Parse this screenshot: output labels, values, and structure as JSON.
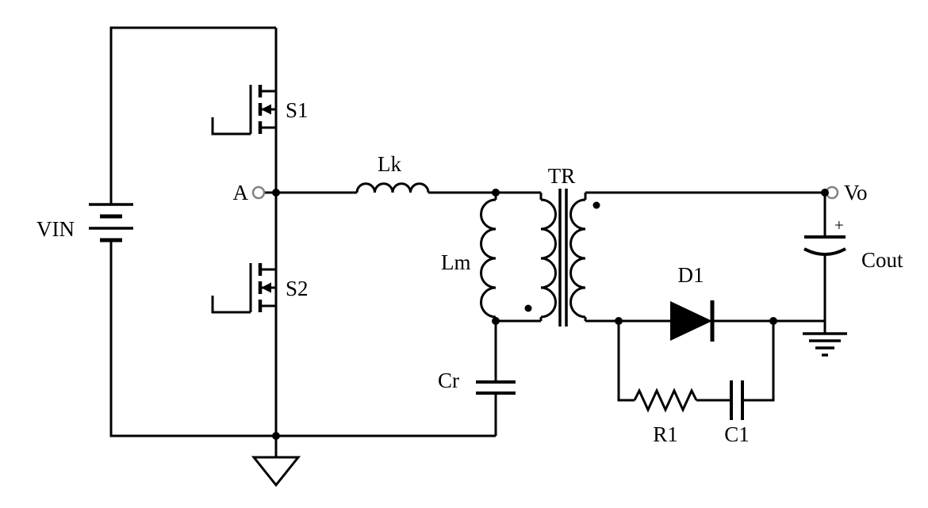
{
  "diagram_type": "circuit-schematic",
  "description": "Half-bridge resonant DC-DC converter: input source VIN, switches S1/S2 at node A, resonant inductor Lk, magnetizing inductance Lm, resonant capacitor Cr, transformer TR, output diode D1 with RC snubber R1/C1, output capacitor Cout and output terminal Vo",
  "labels": {
    "vin": "VIN",
    "s1": "S1",
    "s2": "S2",
    "node_a": "A",
    "lk": "Lk",
    "lm": "Lm",
    "tr": "TR",
    "cr": "Cr",
    "d1": "D1",
    "r1": "R1",
    "c1": "C1",
    "cout": "Cout",
    "cout_plus": "+",
    "vo": "Vo"
  },
  "colors": {
    "wire": "#000000",
    "terminal_ring": "#828282",
    "background": "#ffffff"
  }
}
